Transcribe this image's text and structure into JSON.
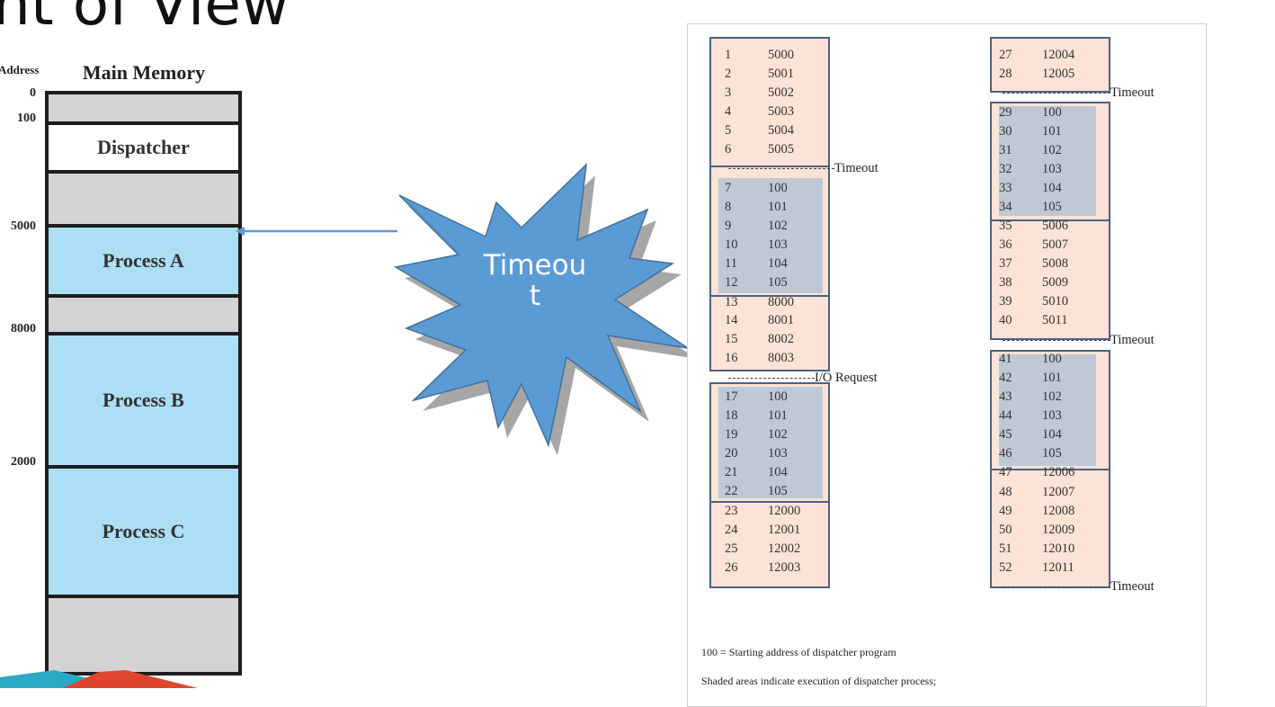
{
  "slide": {
    "title": "nt of View"
  },
  "memory": {
    "address_header": "Address",
    "header": "Main Memory",
    "addresses": [
      "0",
      "100",
      "5000",
      "8000",
      "2000"
    ],
    "blocks": [
      "",
      "Dispatcher",
      "",
      "Process A",
      "",
      "Process B",
      "Process C",
      ""
    ]
  },
  "callout": {
    "label_line1": "Timeou",
    "label_line2": "t"
  },
  "trace": {
    "left_rows": [
      [
        "1",
        "5000"
      ],
      [
        "2",
        "5001"
      ],
      [
        "3",
        "5002"
      ],
      [
        "4",
        "5003"
      ],
      [
        "5",
        "5004"
      ],
      [
        "6",
        "5005"
      ],
      [
        "7",
        "100"
      ],
      [
        "8",
        "101"
      ],
      [
        "9",
        "102"
      ],
      [
        "10",
        "103"
      ],
      [
        "11",
        "104"
      ],
      [
        "12",
        "105"
      ],
      [
        "13",
        "8000"
      ],
      [
        "14",
        "8001"
      ],
      [
        "15",
        "8002"
      ],
      [
        "16",
        "8003"
      ],
      [
        "17",
        "100"
      ],
      [
        "18",
        "101"
      ],
      [
        "19",
        "102"
      ],
      [
        "20",
        "103"
      ],
      [
        "21",
        "104"
      ],
      [
        "22",
        "105"
      ],
      [
        "23",
        "12000"
      ],
      [
        "24",
        "12001"
      ],
      [
        "25",
        "12002"
      ],
      [
        "26",
        "12003"
      ]
    ],
    "right_rows": [
      [
        "27",
        "12004"
      ],
      [
        "28",
        "12005"
      ],
      [
        "29",
        "100"
      ],
      [
        "30",
        "101"
      ],
      [
        "31",
        "102"
      ],
      [
        "32",
        "103"
      ],
      [
        "33",
        "104"
      ],
      [
        "34",
        "105"
      ],
      [
        "35",
        "5006"
      ],
      [
        "36",
        "5007"
      ],
      [
        "37",
        "5008"
      ],
      [
        "38",
        "5009"
      ],
      [
        "39",
        "5010"
      ],
      [
        "40",
        "5011"
      ],
      [
        "41",
        "100"
      ],
      [
        "42",
        "101"
      ],
      [
        "43",
        "102"
      ],
      [
        "44",
        "103"
      ],
      [
        "45",
        "104"
      ],
      [
        "46",
        "105"
      ],
      [
        "47",
        "12006"
      ],
      [
        "48",
        "12007"
      ],
      [
        "49",
        "12008"
      ],
      [
        "50",
        "12009"
      ],
      [
        "51",
        "12010"
      ],
      [
        "52",
        "12011"
      ]
    ],
    "markers": {
      "timeout_left": "Timeout",
      "io_request": "I/O Request",
      "timeout_right_1": "Timeout",
      "timeout_right_2": "Timeout",
      "timeout_right_3": "Timeout"
    },
    "footnote_1": "100 = Starting address of dispatcher program",
    "footnote_2": "Shaded areas indicate execution of dispatcher process;"
  },
  "colors": {
    "memory_gray": "#d3d3d6",
    "process_blue": "#acdff6",
    "burst_blue": "#5b9bd5",
    "burst_shadow": "#a6a6a6",
    "trace_peach": "#fde3d6",
    "trace_shade": "#bfc8d7",
    "trace_border": "#4a6384"
  }
}
